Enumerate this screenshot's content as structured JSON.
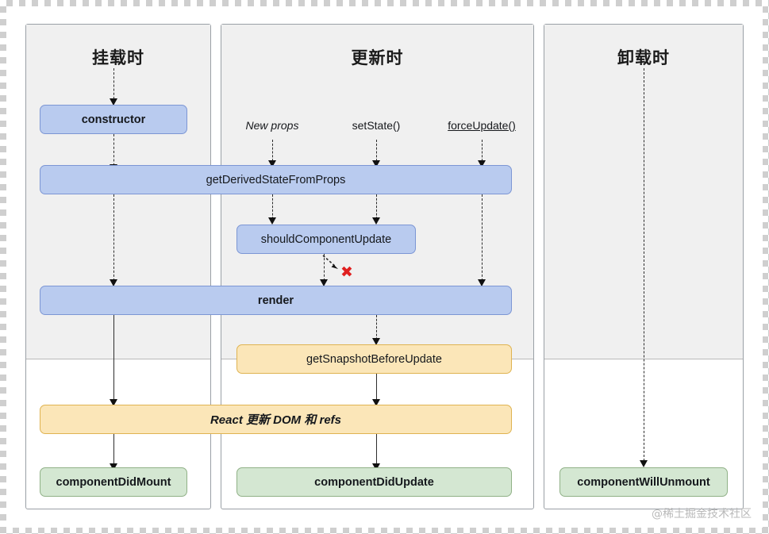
{
  "diagram": {
    "title_mount": "挂载时",
    "title_update": "更新时",
    "title_unmount": "卸载时",
    "watermark": "@稀土掘金技术社区",
    "colors": {
      "blue_fill": "#b9cbef",
      "blue_border": "#7c96d4",
      "amber_fill": "#fbe6b8",
      "amber_border": "#dfb351",
      "green_fill": "#d4e7d2",
      "green_border": "#90b187",
      "panel_grey": "#f0f0f0",
      "panel_white": "#ffffff",
      "x_red": "#e02020"
    }
  },
  "triggers": {
    "new_props": "New props",
    "set_state": "setState()",
    "force_update": "forceUpdate()"
  },
  "nodes": {
    "constructor": "constructor",
    "get_derived_state_from_props": "getDerivedStateFromProps",
    "should_component_update": "shouldComponentUpdate",
    "render": "render",
    "get_snapshot_before_update": "getSnapshotBeforeUpdate",
    "react_updates_dom": "React 更新 DOM 和 refs",
    "component_did_mount": "componentDidMount",
    "component_did_update": "componentDidUpdate",
    "component_will_unmount": "componentWillUnmount"
  },
  "marks": {
    "abort_x": "✖"
  }
}
